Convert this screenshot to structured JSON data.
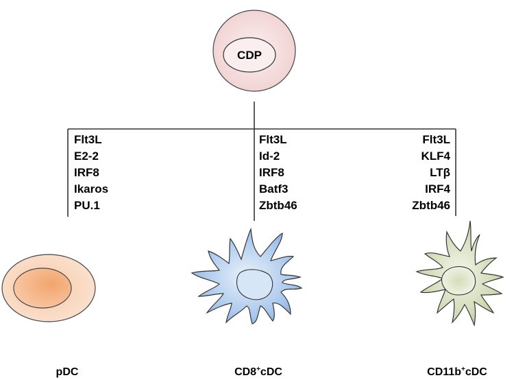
{
  "progenitor": {
    "label": "CDP"
  },
  "branches": {
    "pdc": {
      "factors": [
        "Flt3L",
        "E2-2",
        "IRF8",
        "Ikaros",
        "PU.1"
      ],
      "cell_label": "pDC"
    },
    "cd8": {
      "factors": [
        "Flt3L",
        "Id-2",
        "IRF8",
        "Batf3",
        "Zbtb46"
      ],
      "cell_label_main": "CD8",
      "cell_label_sup": "+",
      "cell_label_suffix": "cDC"
    },
    "cd11b": {
      "factors": [
        "Flt3L",
        "KLF4",
        "LTβ",
        "IRF4",
        "Zbtb46"
      ],
      "cell_label_main": "CD11b",
      "cell_label_sup": "+",
      "cell_label_suffix": "cDC"
    }
  },
  "colors": {
    "cdp_fill": "#f6dede",
    "pdc_fill": "#f6b98a",
    "cd8_fill": "#8fb6e4",
    "cd11b_fill": "#c8d4ad",
    "line": "#333333"
  }
}
